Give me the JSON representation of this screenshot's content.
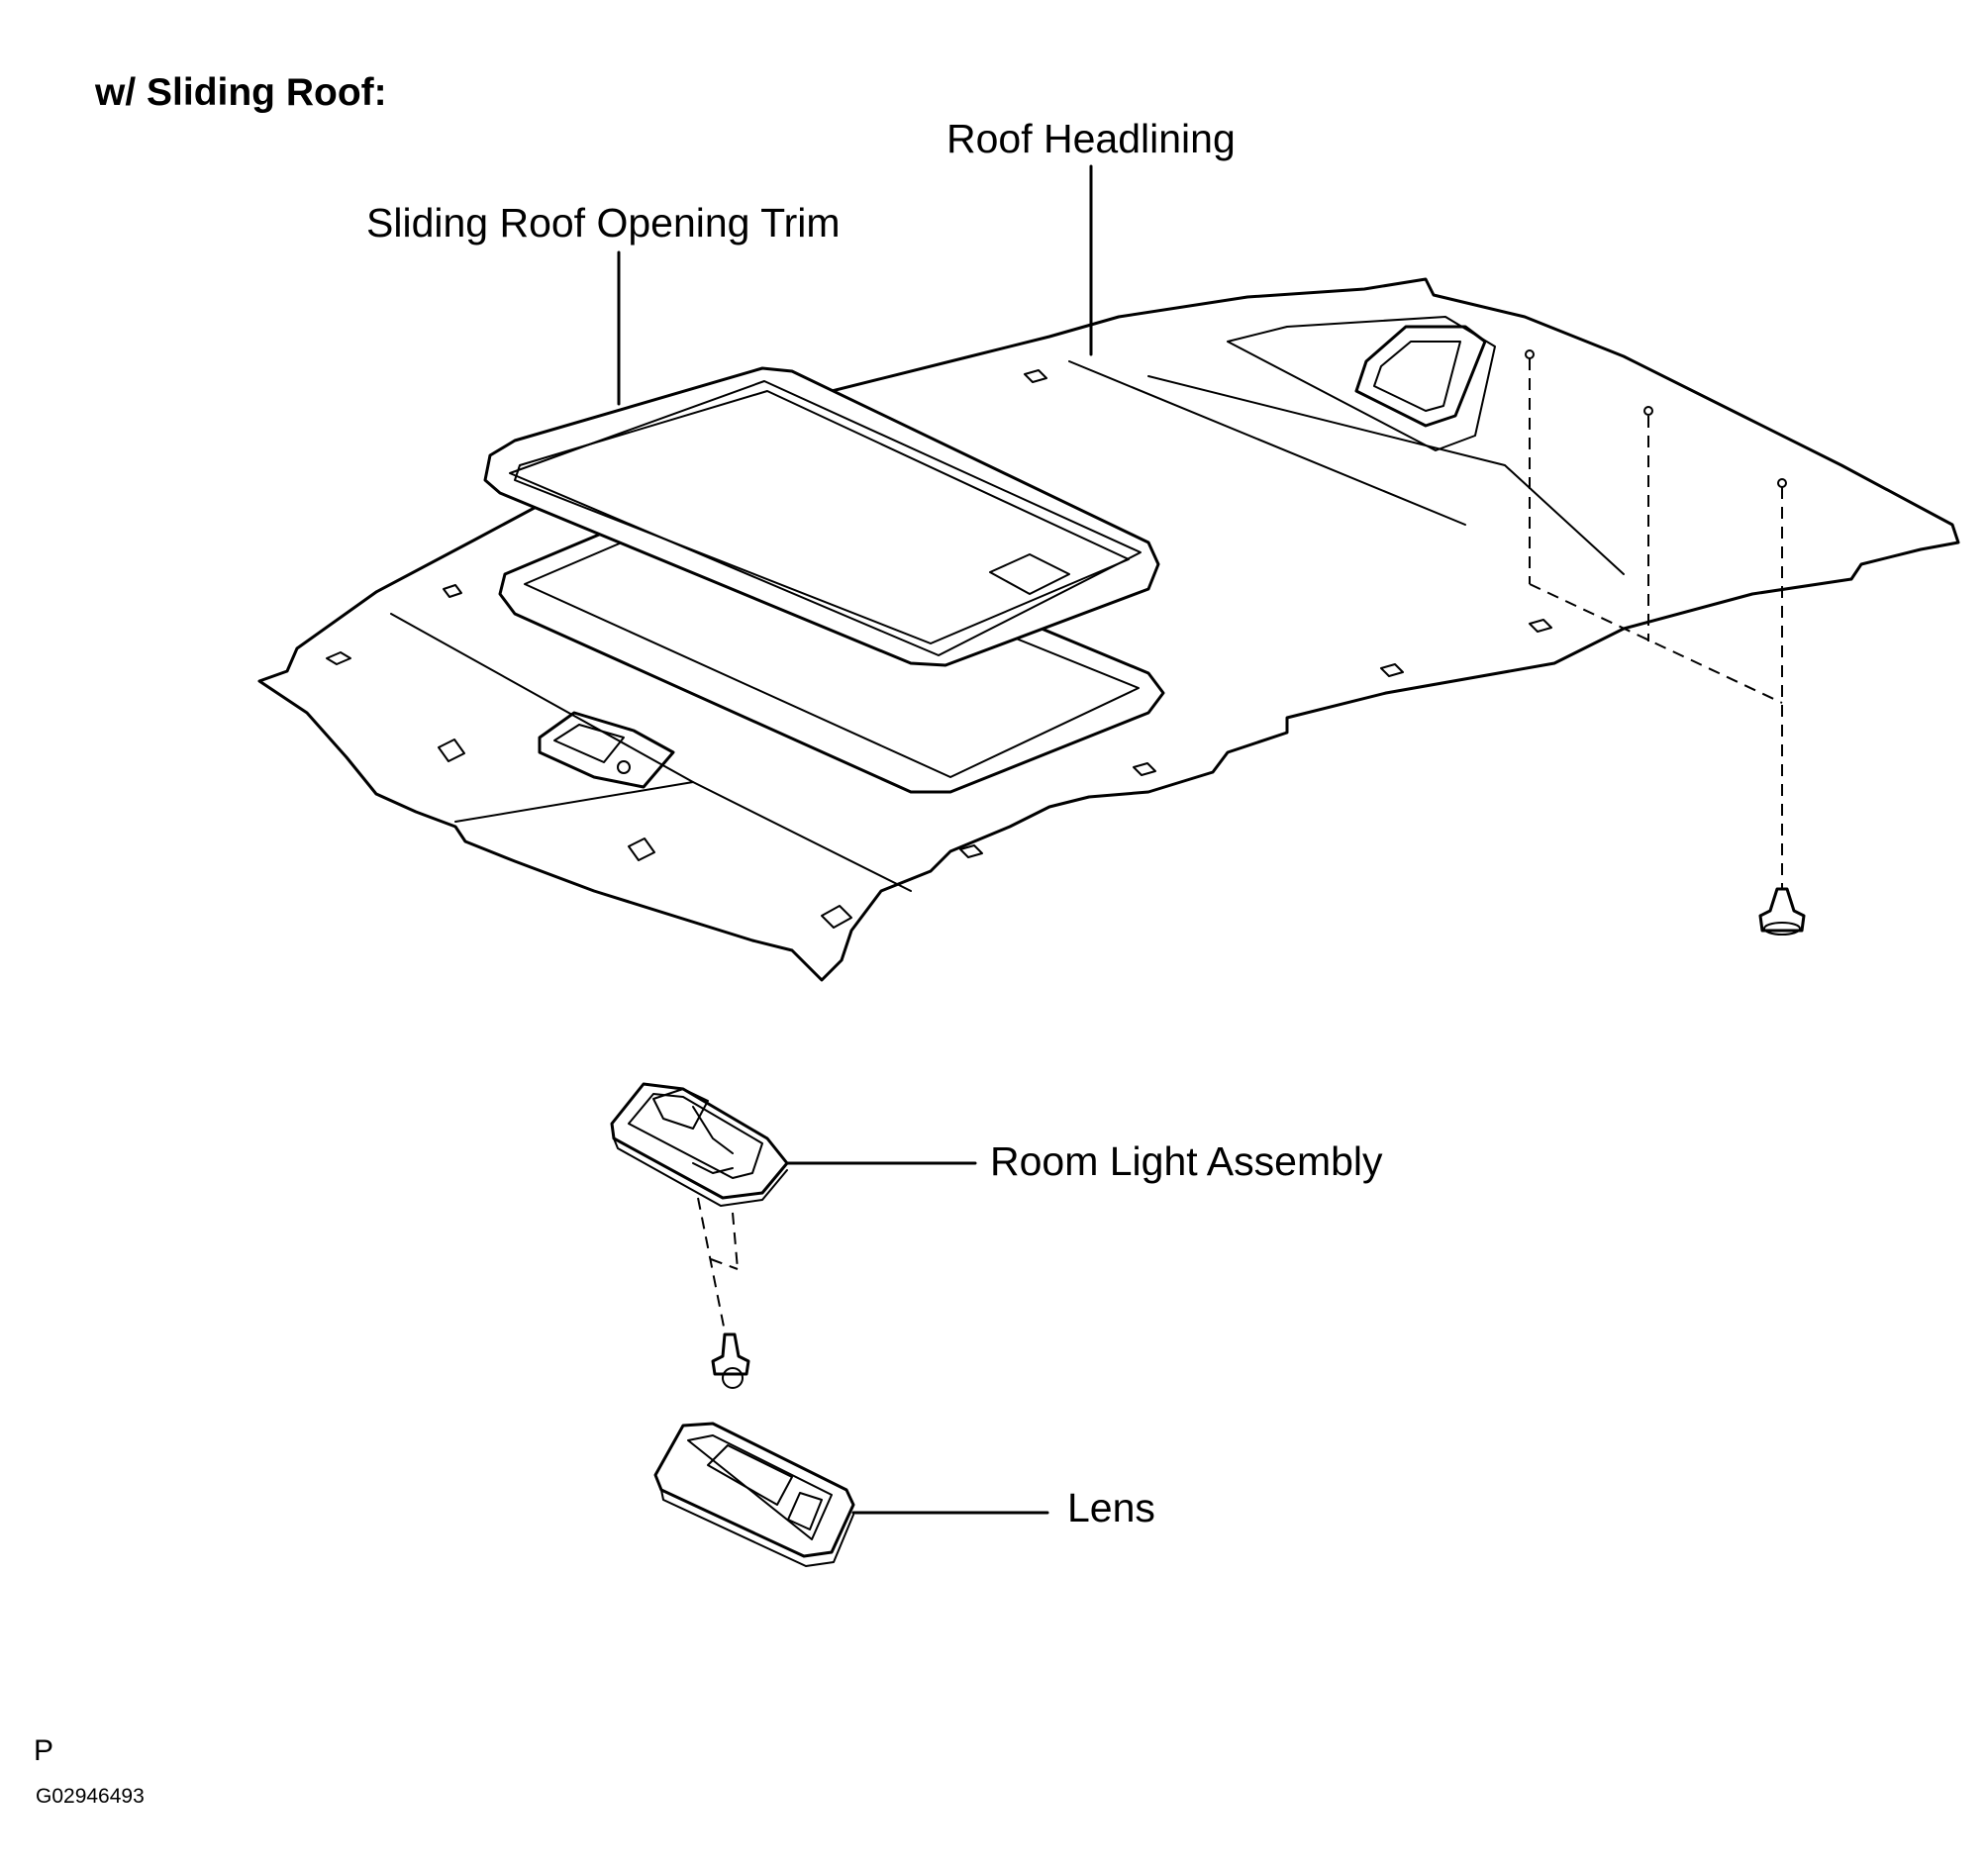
{
  "title": "w/ Sliding Roof:",
  "labels": {
    "roof_headlining": "Roof Headlining",
    "sliding_roof_opening_trim": "Sliding Roof Opening Trim",
    "room_light_assembly": "Room Light Assembly",
    "lens": "Lens"
  },
  "corner_mark": "P",
  "figure_code": "G02946493",
  "colors": {
    "line": "#000000",
    "background": "#ffffff"
  }
}
